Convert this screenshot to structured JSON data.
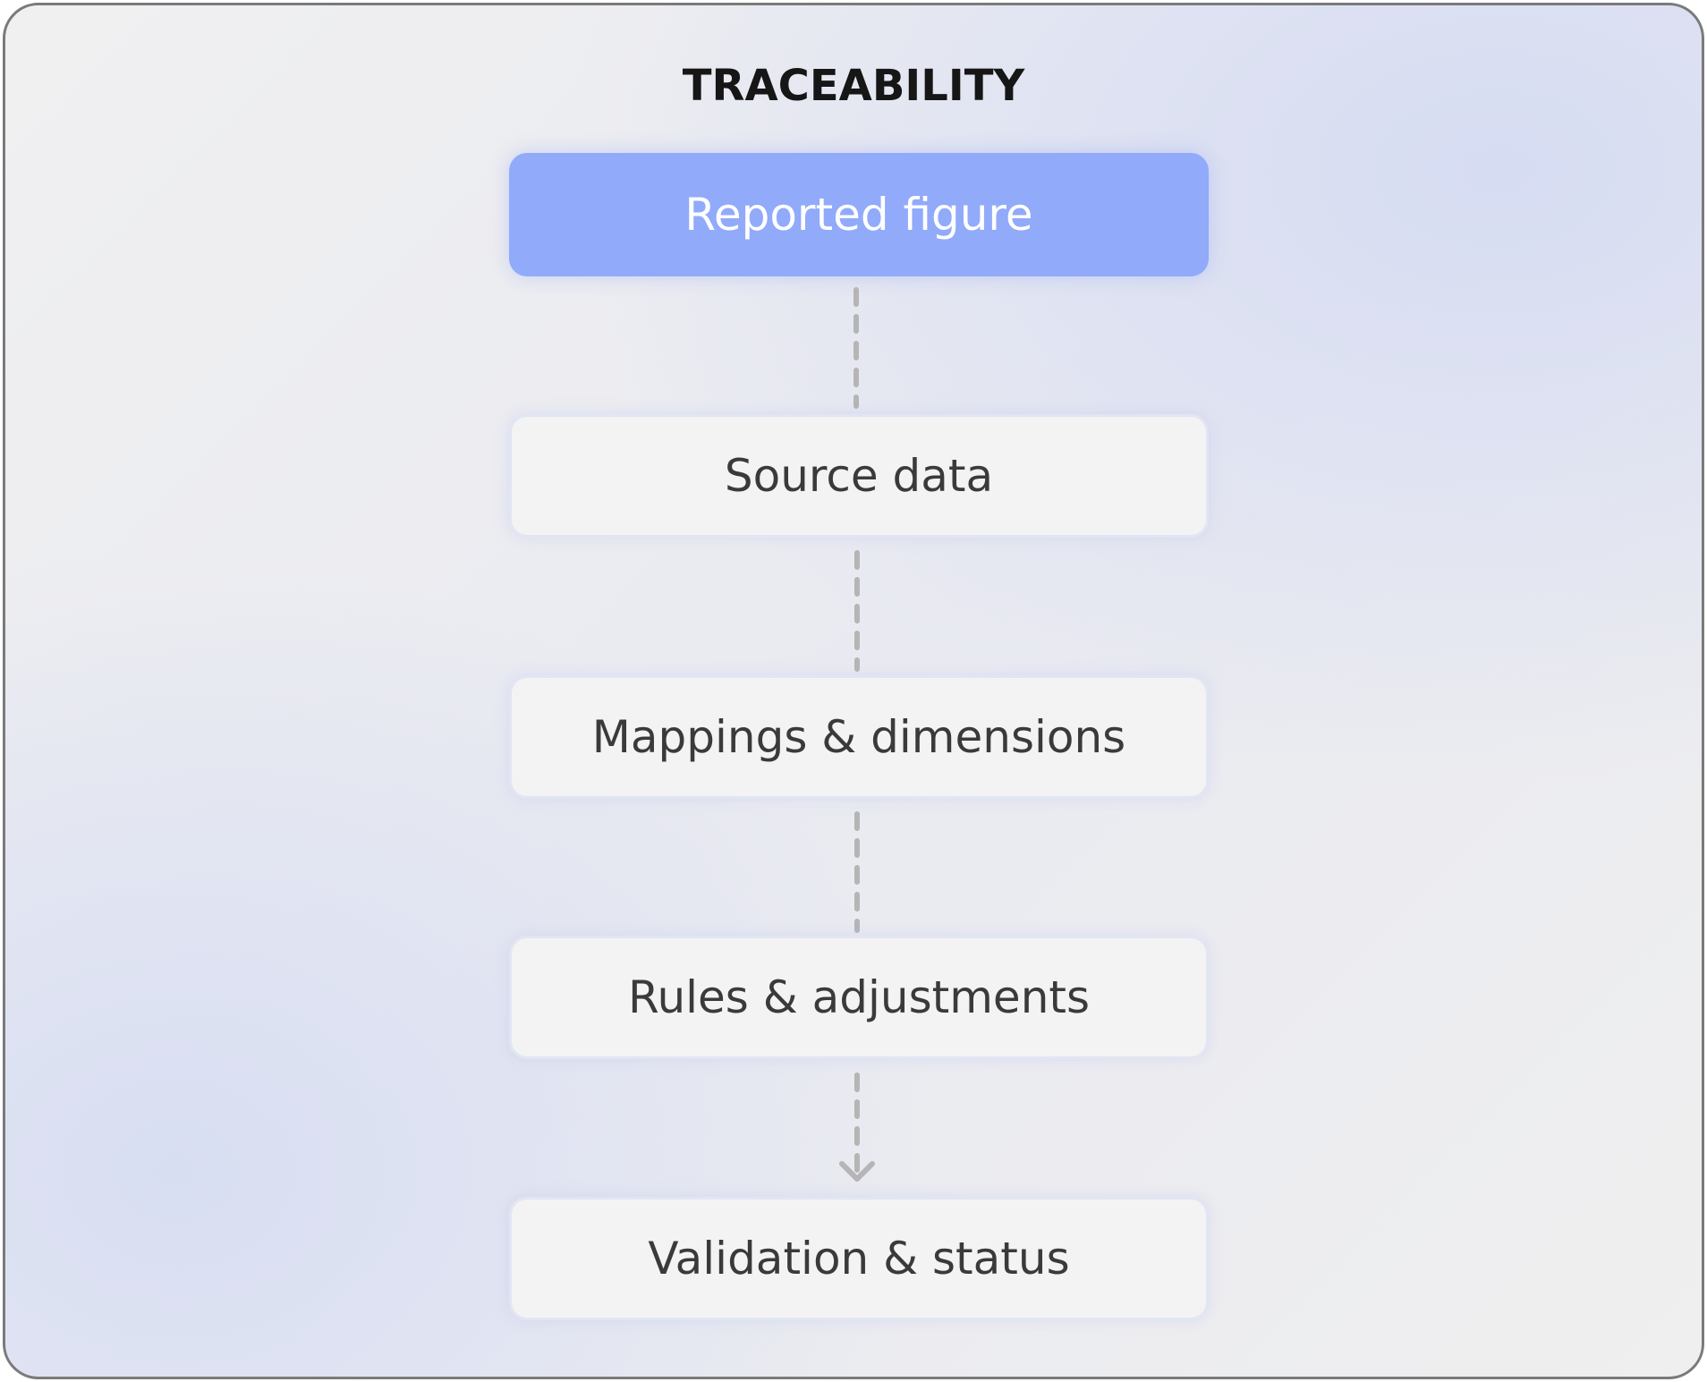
{
  "title": "TRACEABILITY",
  "steps": [
    {
      "label": "Reported figure",
      "active": true
    },
    {
      "label": "Source data",
      "active": false
    },
    {
      "label": "Mappings & dimensions",
      "active": false
    },
    {
      "label": "Rules & adjustments",
      "active": false
    },
    {
      "label": "Validation & status",
      "active": false
    }
  ],
  "colors": {
    "active_fill": "#91aafa",
    "active_text": "#ffffff",
    "step_fill": "#f3f3f3",
    "step_text": "#3a3a3a",
    "connector": "#b5b5b5",
    "title_text": "#161616"
  }
}
